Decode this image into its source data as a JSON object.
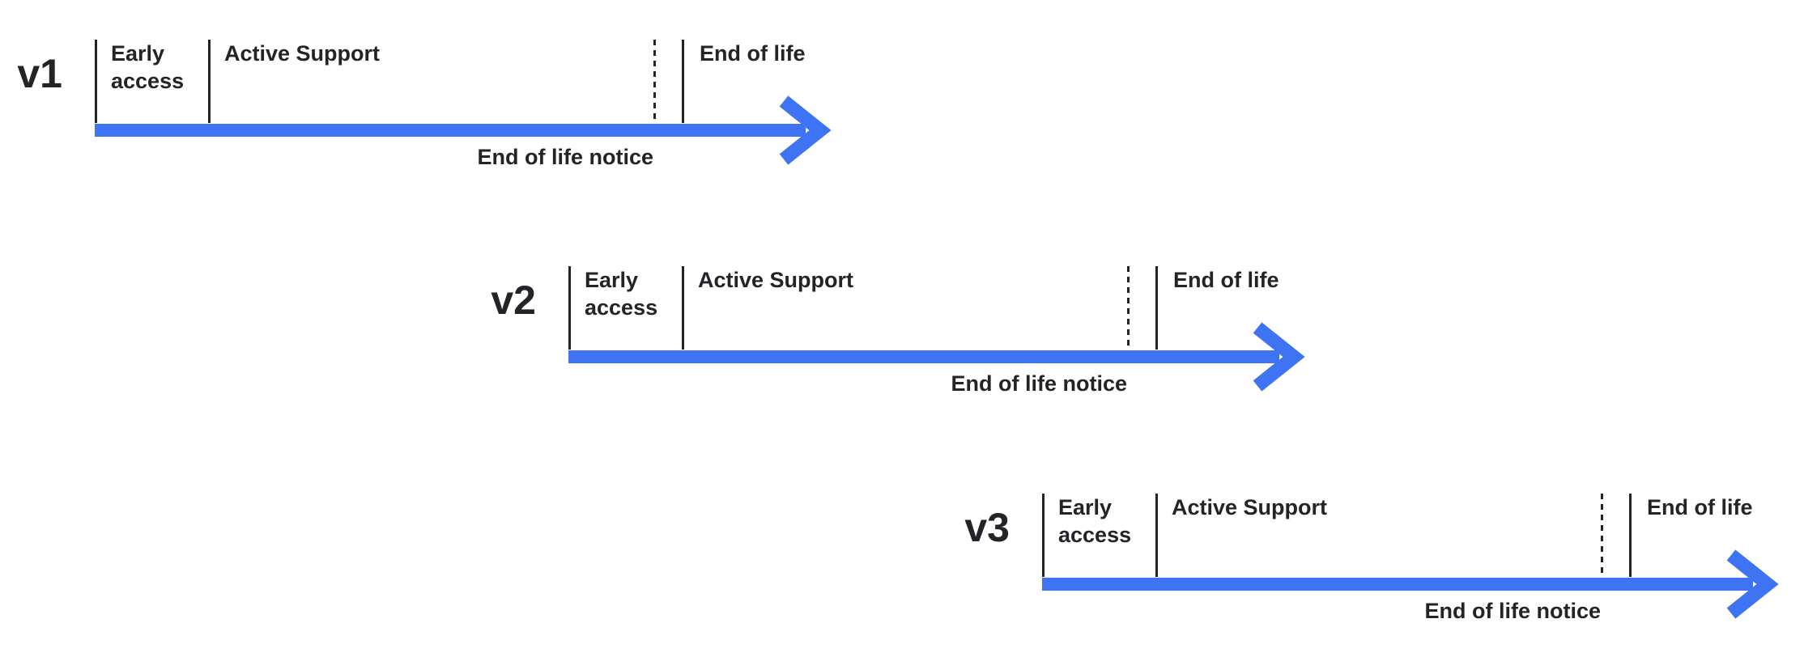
{
  "colors": {
    "accent": "#3e73f4",
    "ink": "#222428",
    "background": "#ffffff"
  },
  "timelines": [
    {
      "version": "v1",
      "early_access": "Early access",
      "active_support": "Active Support",
      "end_of_life": "End of life",
      "end_of_life_notice": "End of life notice"
    },
    {
      "version": "v2",
      "early_access": "Early access",
      "active_support": "Active Support",
      "end_of_life": "End of life",
      "end_of_life_notice": "End of life notice"
    },
    {
      "version": "v3",
      "early_access": "Early access",
      "active_support": "Active Support",
      "end_of_life": "End of life",
      "end_of_life_notice": "End of life notice"
    }
  ]
}
